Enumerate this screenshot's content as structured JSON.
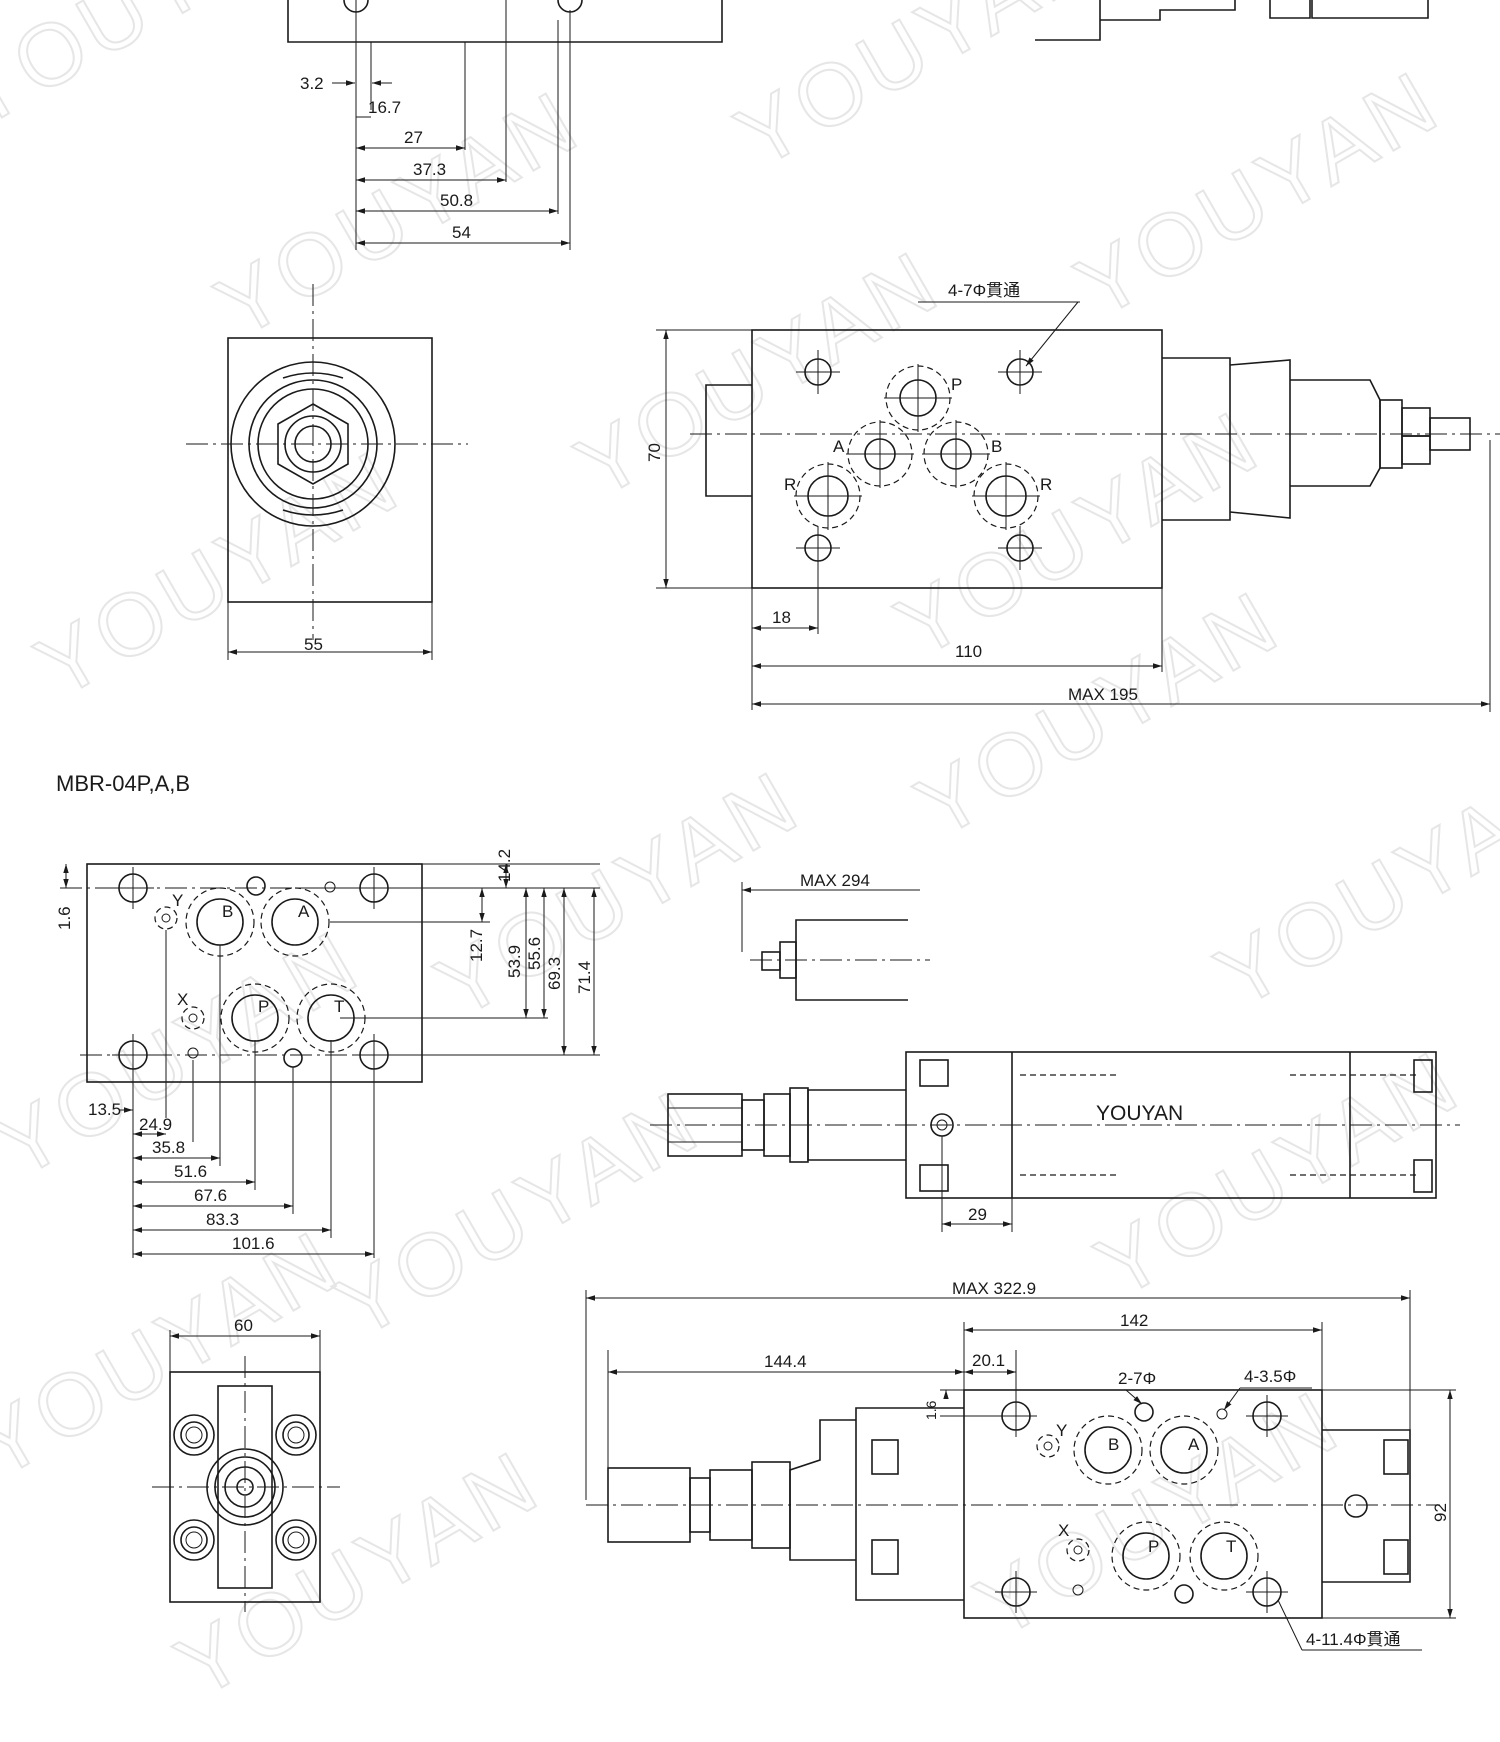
{
  "watermark": "YOUYAN",
  "top": {
    "dims": [
      "3.2",
      "16.7",
      "27",
      "37.3",
      "50.8",
      "54"
    ],
    "width_55": "55",
    "height_70": "70",
    "len_18": "18",
    "len_110": "110",
    "max_195": "MAX  195",
    "holes_note": "4-7Φ貫通",
    "ports": {
      "p": "P",
      "a": "A",
      "b": "B",
      "r1": "R",
      "r2": "R"
    }
  },
  "section_title": "MBR-04P,A,B",
  "bottom": {
    "vertical_dims": [
      "1.6",
      "12.7",
      "14.2",
      "53.9",
      "55.6",
      "69.3",
      "71.4"
    ],
    "horizontal_dims": [
      "13.5",
      "24.9",
      "35.8",
      "51.6",
      "67.6",
      "83.3",
      "101.6"
    ],
    "ports": {
      "y": "Y",
      "b": "B",
      "a": "A",
      "x": "X",
      "p": "P",
      "t": "T"
    },
    "width_60": "60",
    "max_294": "MAX 294",
    "brand": "YOUYAN",
    "len_29": "29",
    "max_322": "MAX 322.9",
    "len_142": "142",
    "len_144": "144.4",
    "len_20": "20.1",
    "len_16": "1.6",
    "note_2_7": "2-7Φ",
    "note_4_35": "4-3.5Φ",
    "height_92": "92",
    "note_4_114": "4-11.4Φ貫通"
  }
}
